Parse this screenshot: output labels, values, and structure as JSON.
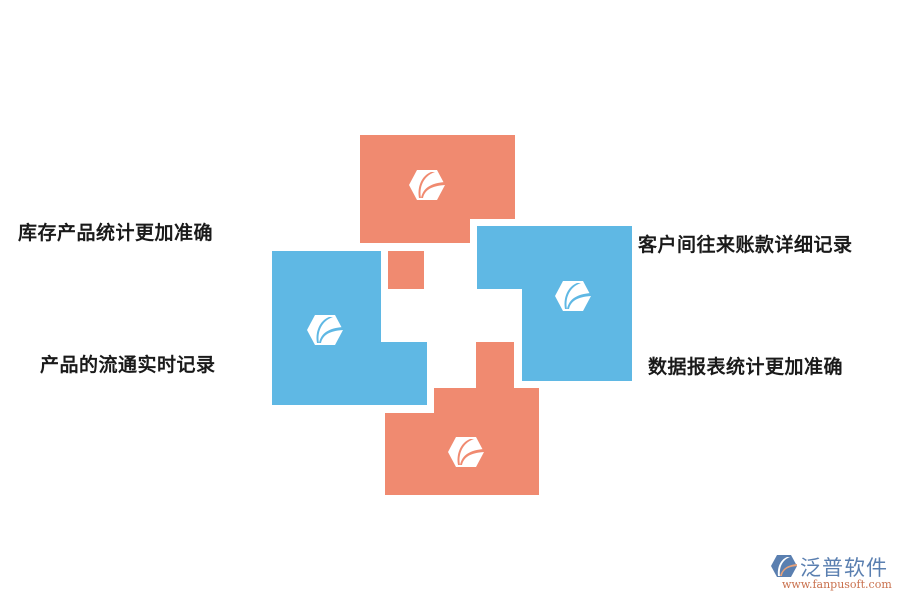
{
  "diagram": {
    "colors": {
      "orange": "#f08a70",
      "blue": "#5fb8e4",
      "text": "#1a1a1a"
    },
    "labels": {
      "top_left": "库存产品统计更加准确",
      "bottom_left": "产品的流通实时记录",
      "top_right": "客户间往来账款详细记录",
      "bottom_right": "数据报表统计更加准确"
    },
    "icons": {
      "top": "hexagon-logo-icon",
      "left": "hexagon-logo-icon",
      "right": "hexagon-logo-icon",
      "bottom": "hexagon-logo-icon"
    }
  },
  "logo": {
    "name": "泛普软件",
    "url": "www.fanpusoft.com"
  }
}
